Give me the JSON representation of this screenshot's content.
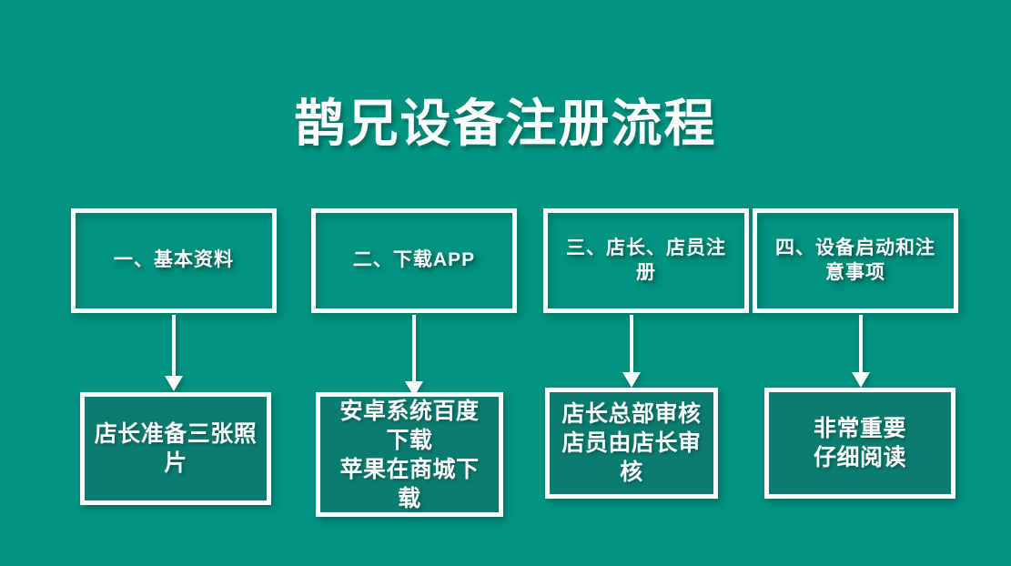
{
  "slide": {
    "title": "鹊兄设备注册流程",
    "background_color": "#019481",
    "box_border_color": "#ffffff",
    "detail_box_fill": "#0b7d70",
    "text_color": "#ffffff"
  },
  "flow": {
    "stages": [
      {
        "label": "一、基本资料"
      },
      {
        "label": "二、下载APP"
      },
      {
        "label": "三、店长、店员注册"
      },
      {
        "label": "四、设备启动和注意事项"
      }
    ],
    "details": [
      {
        "line1": "店长准备三张照",
        "line2": "片"
      },
      {
        "line1": "安卓系统百度下载",
        "line2": "苹果在商城下载"
      },
      {
        "line1": "店长总部审核",
        "line2": "店员由店长审核"
      },
      {
        "line1": "非常重要",
        "line2": "仔细阅读"
      }
    ],
    "connectors": [
      {
        "name": "arrow-down-1"
      },
      {
        "name": "arrow-down-2"
      },
      {
        "name": "arrow-down-3"
      },
      {
        "name": "arrow-down-4"
      }
    ]
  }
}
